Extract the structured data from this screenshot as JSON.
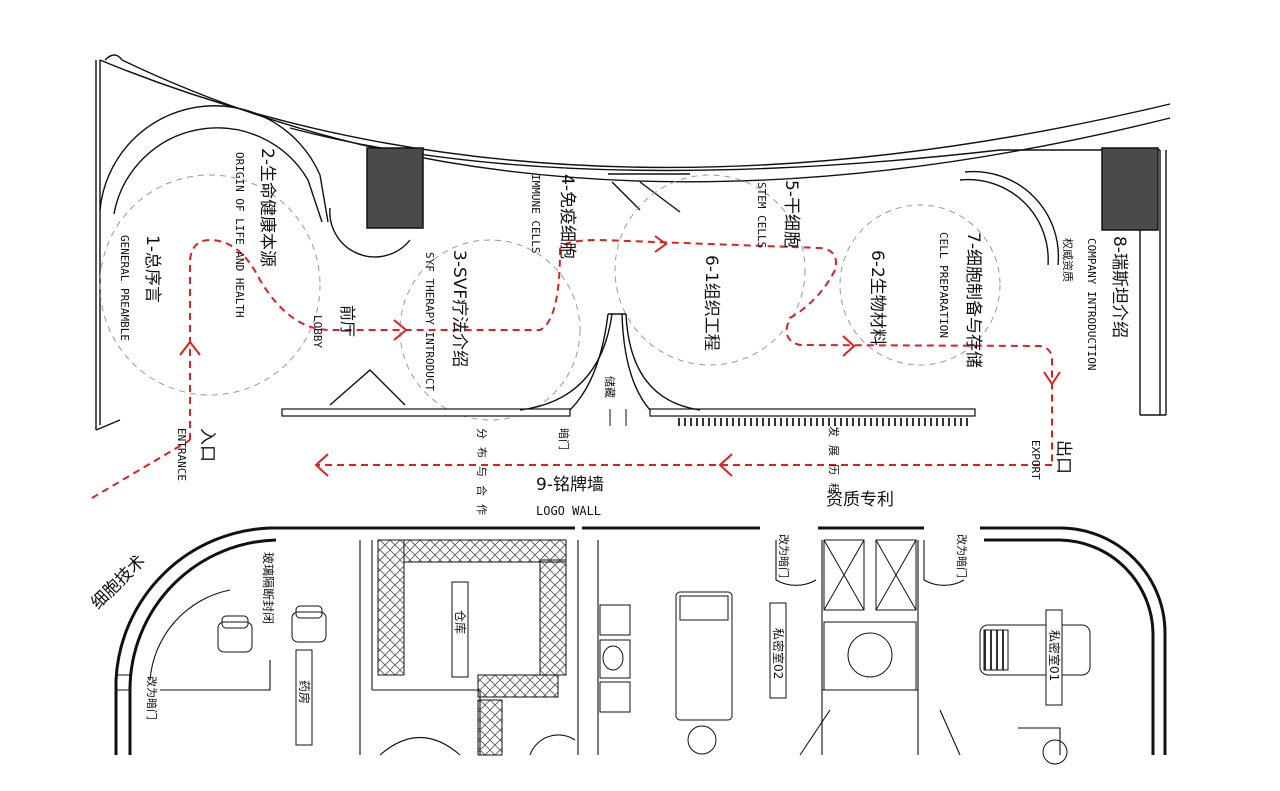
{
  "zones": {
    "z1": {
      "cn": "1-总序言",
      "en": "GENERAL PREAMBLE"
    },
    "z2": {
      "cn": "2-生命健康本源",
      "en": "ORIGIN OF LIFE AND HEALTH"
    },
    "z3": {
      "cn": "3-SVF疗法介绍",
      "en": "SYF THERAPY INTRODUCT"
    },
    "z4": {
      "cn": "4-免疫细胞",
      "en": "IMMUNE CELLS"
    },
    "z5": {
      "cn": "5-干细胞",
      "en": "STEM CELLS"
    },
    "z61": {
      "cn": "6-1组织工程"
    },
    "z62": {
      "cn": "6-2生物材料"
    },
    "z7": {
      "cn": "7-细胞制备与存储",
      "en": "CELL PREPARATION"
    },
    "z8": {
      "cn": "8-瑞斯坦介绍",
      "en": "COMPANY INTRODUCTION",
      "sub": "权威资质"
    },
    "z9": {
      "cn": "9-铭牌墙",
      "en": "LOGO WALL"
    }
  },
  "labels": {
    "lobby_cn": "前厅",
    "lobby_en": "LOBBY",
    "entrance_cn": "入口",
    "entrance_en": "ENTRANCE",
    "exit_cn": "出口",
    "exit_en": "EXPORT",
    "storage": "储藏",
    "hidden_door": "暗门",
    "distribution": "分布与合作",
    "history": "发展历程",
    "qualification_patent": "资质专利",
    "cell_tech": "细胞技术",
    "glass_partition": "玻璃隔断封闭",
    "warehouse": "仓库",
    "pharmacy": "药房",
    "private_room_02": "私密室02",
    "private_room_01": "私密室01",
    "change_hidden_door": "改为暗门"
  },
  "colors": {
    "route": "#e02020",
    "wall": "#111111",
    "column_fill": "#4a4a4a",
    "dashed_circle": "#9a9a9a"
  }
}
